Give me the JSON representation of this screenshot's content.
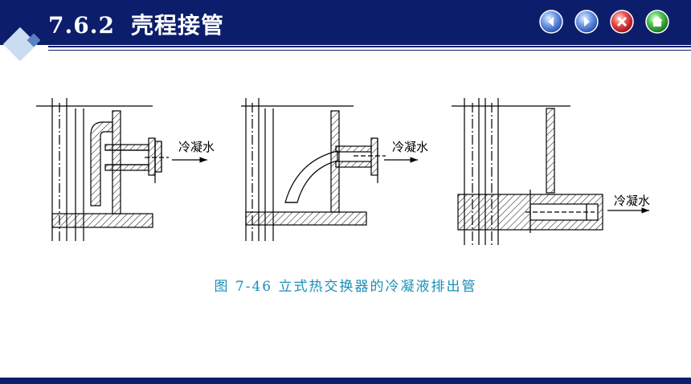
{
  "header": {
    "section_number": "7.6.2",
    "section_title": "壳程接管"
  },
  "nav_buttons": [
    {
      "name": "prev-button",
      "icon": "arrow-left-icon",
      "color": "#3a6fd0"
    },
    {
      "name": "next-button",
      "icon": "arrow-right-icon",
      "color": "#3a6fd0"
    },
    {
      "name": "close-button",
      "icon": "close-icon",
      "color": "#d0202a"
    },
    {
      "name": "home-button",
      "icon": "home-icon",
      "color": "#2f9a3a"
    }
  ],
  "figure": {
    "labels": [
      "冷凝水",
      "冷凝水",
      "冷凝水"
    ],
    "caption": "图 7-46   立式热交换器的冷凝液排出管"
  },
  "colors": {
    "header_bg": "#0c1d6b",
    "caption": "#1a8fb8"
  }
}
